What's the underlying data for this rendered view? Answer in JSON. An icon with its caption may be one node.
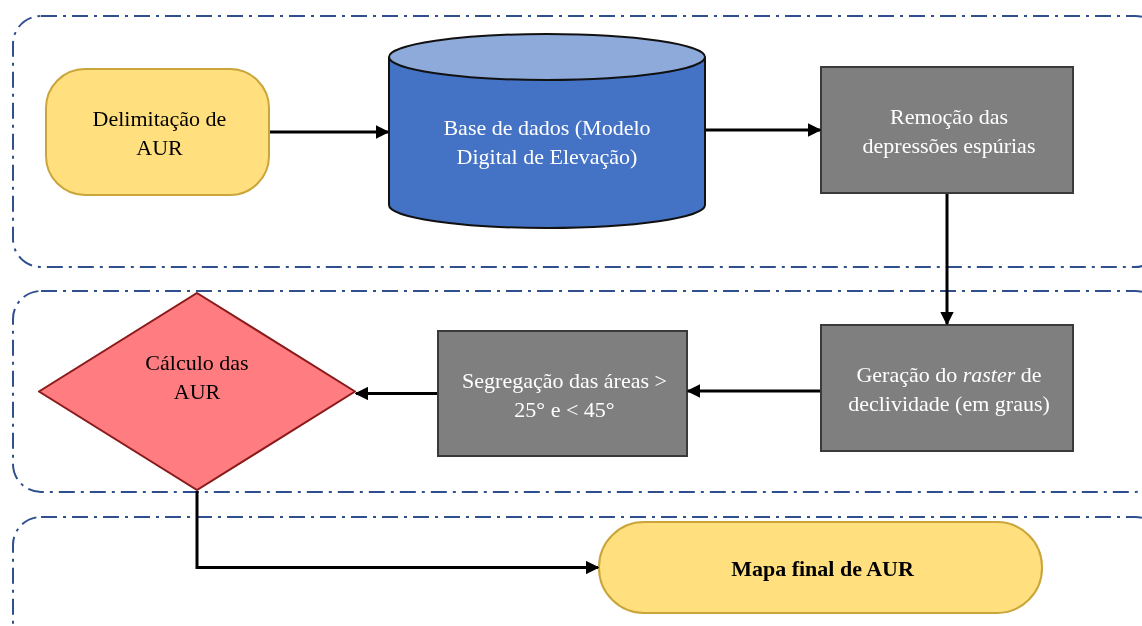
{
  "diagram": {
    "nodes": [
      {
        "text": [],
        "shape": "box"
      },
      {
        "text": [],
        "shape": "box"
      },
      {
        "text": [],
        "shape": "box"
      },
      {
        "text": [
          "Delimitação de AUR"
        ],
        "in": 0
      },
      {
        "text": [
          "Base de dados (Modelo Digital de Elevação)"
        ],
        "in": 0
      },
      {
        "text": [
          "Remoção das depressões espúrias"
        ],
        "in": 0
      },
      {
        "text": [
          "Geração do *raster* de declividade (em graus)"
        ],
        "in": 1
      },
      {
        "text": [
          "Segregação das áreas > 25° e < 45°"
        ],
        "in": 1
      },
      {
        "text": [
          "Cálculo das AUR"
        ],
        "in": 1
      },
      {
        "text": [
          "Mapa final de AUR"
        ],
        "in": 2
      }
    ],
    "edges": [
      {
        "from": 3,
        "to": 4,
        "arrow": "to"
      },
      {
        "from": 4,
        "to": 5,
        "arrow": "to"
      },
      {
        "from": 5,
        "to": 6,
        "arrow": "to"
      },
      {
        "from": 6,
        "to": 7,
        "arrow": "to"
      },
      {
        "from": 7,
        "to": 8,
        "arrow": "to"
      },
      {
        "from": 8,
        "to": 9,
        "arrow": "to"
      }
    ]
  }
}
